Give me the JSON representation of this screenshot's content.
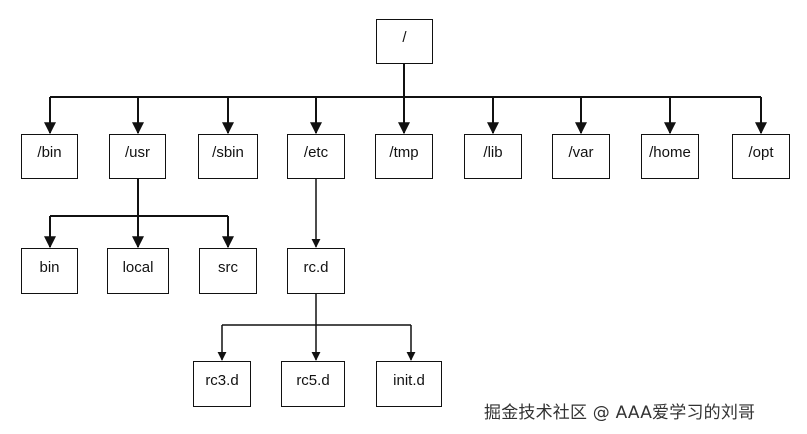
{
  "diagram": {
    "root": "/",
    "level1": [
      "/bin",
      "/usr",
      "/sbin",
      "/etc",
      "/tmp",
      "/lib",
      "/var",
      "/home",
      "/opt"
    ],
    "usr_children": [
      "bin",
      "local",
      "src"
    ],
    "etc_children": [
      "rc.d"
    ],
    "rcd_children": [
      "rc3.d",
      "rc5.d",
      "init.d"
    ]
  },
  "watermark": "掘金技术社区 @ AAA爱学习的刘哥",
  "colors": {
    "line": "#111111",
    "box_border": "#111111",
    "background": "#ffffff"
  }
}
